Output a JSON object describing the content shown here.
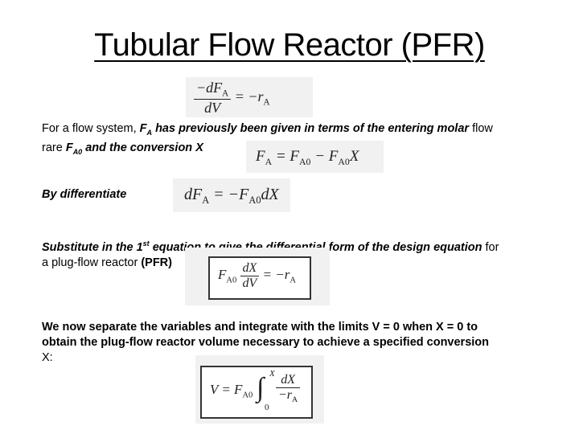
{
  "slide": {
    "title": "Tubular Flow Reactor (PFR)"
  },
  "paragraph1": {
    "prefix": "For a flow system,",
    "fa_sym": "F",
    "fa_sub": "A",
    "emph": "has previously been given in terms of the entering molar",
    "flow": "flow",
    "rare": "rare",
    "fa0_sym": "F",
    "fa0_sub": "A0",
    "emph2": "and the conversion X"
  },
  "paragraph2": {
    "text": "By differentiate"
  },
  "paragraph3": {
    "part1": "Substitute in the 1",
    "sup": "st",
    "part2": "equation to give the differential form of the design equation",
    "for": "for",
    "line2": "a plug-flow reactor",
    "pfr": "(PFR)"
  },
  "paragraph4": {
    "line1": "We now separate the variables and integrate with the limits V = 0 when X = 0 to",
    "line2": "obtain the plug-flow reactor volume necessary to achieve a  specified conversion",
    "line3": "X:"
  },
  "equations": {
    "eq1": {
      "num": "−dF",
      "num_sub": "A",
      "den": "dV",
      "rhs": "= −r",
      "rhs_sub": "A"
    },
    "eq2": {
      "lhs": "F",
      "lhs_sub": "A",
      "mid": "= F",
      "mid_sub": "A0",
      "tail": "− F",
      "tail_sub": "A0",
      "x": "X"
    },
    "eq3": {
      "lhs": "dF",
      "lhs_sub": "A",
      "rhs": "= −F",
      "rhs_sub": "A0",
      "tail": "dX"
    },
    "eq4": {
      "coef": "F",
      "coef_sub": "A0",
      "num": "dX",
      "den": "dV",
      "rhs": "= −r",
      "rhs_sub": "A"
    },
    "eq5": {
      "lhs": "V = F",
      "lhs_sub": "A0",
      "upper": "X",
      "lower": "0",
      "num": "dX",
      "den": "−r",
      "den_sub": "A",
      "integral": "∫"
    }
  }
}
